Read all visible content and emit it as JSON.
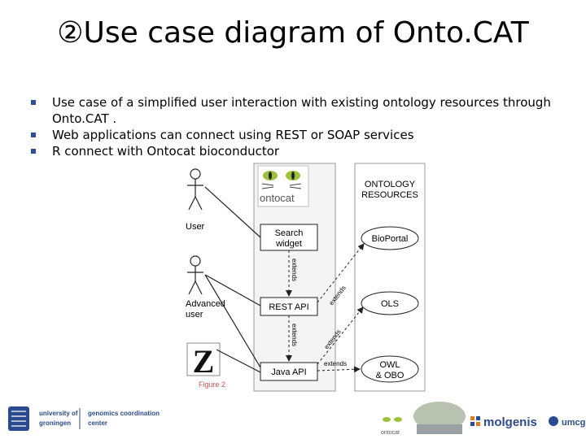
{
  "slide": {
    "title": "②Use case diagram of Onto.CAT",
    "bullets": [
      "Use case of a simplified user interaction with existing ontology resources through Onto.CAT .",
      "Web applications can connect using REST or SOAP services",
      "R connect with Ontocat bioconductor"
    ]
  },
  "diagram": {
    "actors": {
      "user": "User",
      "advanced_user_line1": "Advanced",
      "advanced_user_line2": "user"
    },
    "brand": "ontocat",
    "use_cases": {
      "search_widget_line1": "Search",
      "search_widget_line2": "widget",
      "rest_api": "REST API",
      "java_api": "Java API"
    },
    "resources": {
      "header_line1": "ONTOLOGY",
      "header_line2": "RESOURCES",
      "bioportal": "BioPortal",
      "ols": "OLS",
      "owl_obo_line1": "OWL",
      "owl_obo_line2": "& OBO"
    },
    "relations": {
      "extends_1": "extends",
      "extends_2": "extends",
      "extends_3": "extends",
      "extends_4": "extends",
      "extends_5": "extends"
    },
    "figure_label": "Figure 2",
    "accent": "#d94f4f"
  },
  "footer": {
    "rug_line1": "university of",
    "rug_line2": "groningen",
    "gcc_line1": "genomics coordination",
    "gcc_line2": "center",
    "ontocat_small": "ontocat",
    "molgenis": "molgenis",
    "umcg": "umcg",
    "brand_color": "#2c4a8f"
  }
}
